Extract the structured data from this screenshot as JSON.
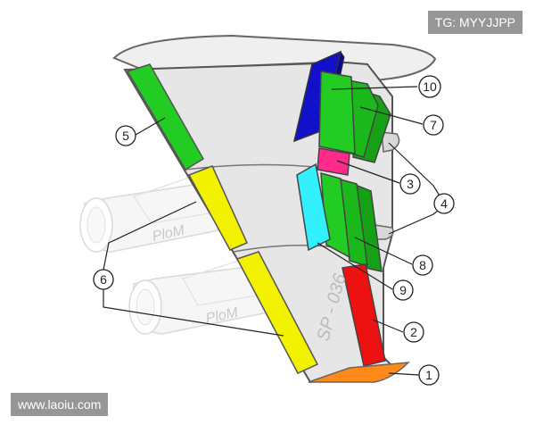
{
  "watermarks": {
    "top_right": "TG: MYYJJPP",
    "bottom_left": "www.laoiu.com"
  },
  "wing_markings": {
    "tail_number": "SP - 036",
    "engine_brand": "PloM"
  },
  "callouts": [
    "1",
    "2",
    "3",
    "4",
    "5",
    "6",
    "7",
    "8",
    "9",
    "10"
  ],
  "colors": {
    "wing_fill": "#e6e6e6",
    "outline": "#555555",
    "green": "#22bb22",
    "yellow": "#f2f200",
    "blue": "#1111cc",
    "cyan": "#33f0ff",
    "magenta": "#ff2a8a",
    "red": "#ee1111",
    "orange": "#ff8a1a"
  }
}
